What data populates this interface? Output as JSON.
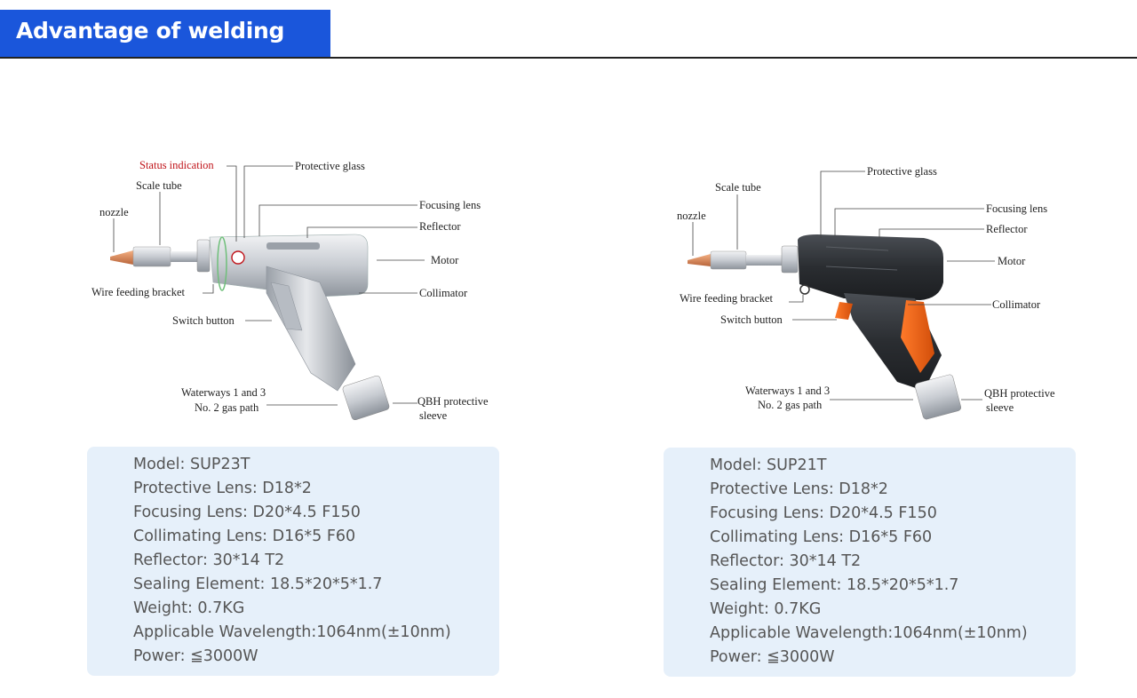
{
  "header": {
    "title": "Advantage of welding head"
  },
  "products": [
    {
      "callouts": {
        "status": "Status indication",
        "protective_glass": "Protective glass",
        "scale_tube": "Scale tube",
        "nozzle": "nozzle",
        "focusing_lens": "Focusing lens",
        "reflector": "Reflector",
        "motor": "Motor",
        "wire_bracket": "Wire feeding bracket",
        "collimator": "Collimator",
        "switch": "Switch button",
        "waterways": "Waterways 1 and 3",
        "gas": "No. 2 gas path",
        "qbh_1": "QBH protective",
        "qbh_2": "sleeve"
      },
      "specs": [
        "Model: SUP23T",
        "Protective Lens: D18*2",
        "Focusing Lens: D20*4.5 F150",
        "Collimating Lens: D16*5 F60",
        "Reflector: 30*14 T2",
        "Sealing Element: 18.5*20*5*1.7",
        "Weight: 0.7KG",
        "Applicable Wavelength:1064nm(±10nm)",
        "Power: ≦3000W"
      ]
    },
    {
      "callouts": {
        "protective_glass": "Protective glass",
        "scale_tube": "Scale tube",
        "nozzle": "nozzle",
        "focusing_lens": "Focusing lens",
        "reflector": "Reflector",
        "motor": "Motor",
        "wire_bracket": "Wire feeding bracket",
        "collimator": "Collimator",
        "switch": "Switch button",
        "waterways": "Waterways 1 and 3",
        "gas": "No. 2 gas path",
        "qbh_1": "QBH protective",
        "qbh_2": "sleeve"
      },
      "specs": [
        "Model: SUP21T",
        "Protective Lens: D18*2",
        "Focusing Lens: D20*4.5 F150",
        "Collimating Lens: D16*5 F60",
        "Reflector: 30*14 T2",
        "Sealing Element: 18.5*20*5*1.7",
        "Weight: 0.7KG",
        "Applicable Wavelength:1064nm(±10nm)",
        "Power: ≦3000W"
      ]
    }
  ]
}
